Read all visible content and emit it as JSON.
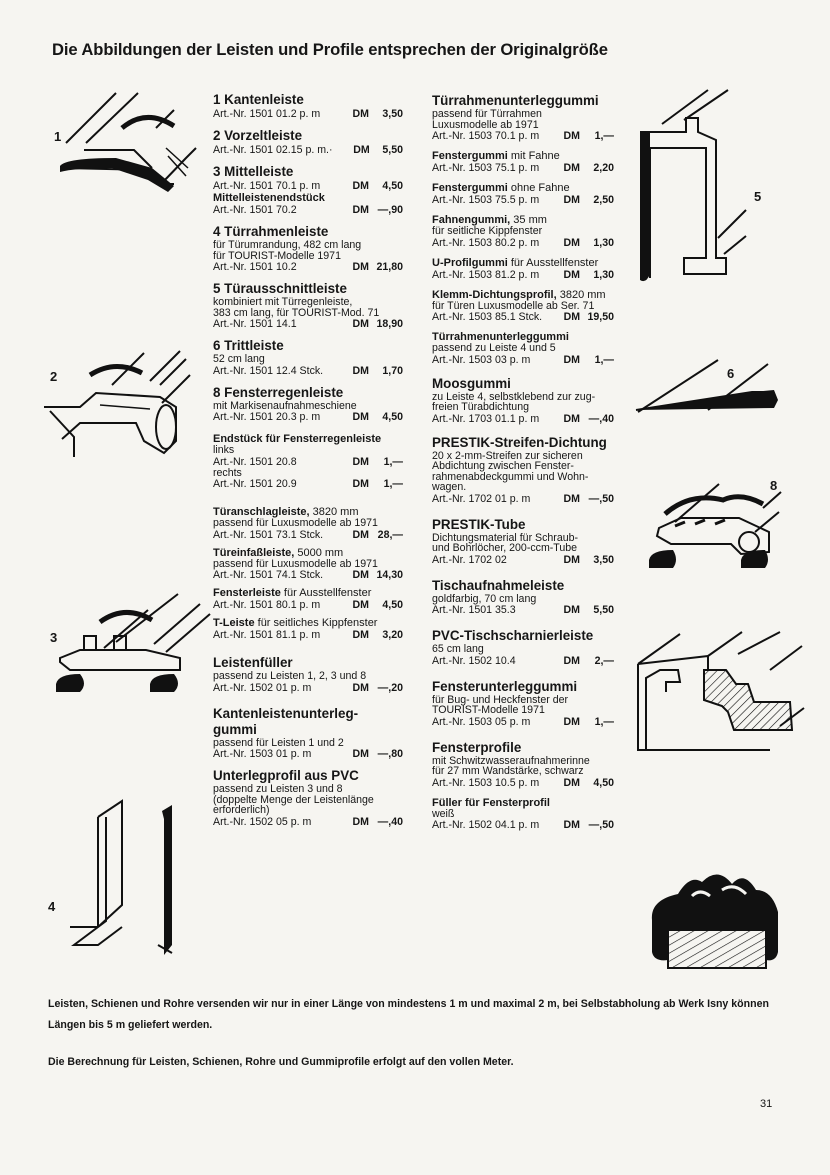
{
  "heading": "Die Abbildungen der Leisten und Profile entsprechen der Originalgröße",
  "figure_numbers": [
    "1",
    "2",
    "3",
    "4",
    "5",
    "6",
    "8"
  ],
  "middle_column": [
    {
      "title": "1 Kantenleiste",
      "desc": [],
      "rows": [
        {
          "art": "Art.-Nr. 1501 01.2 p. m",
          "cur": "DM",
          "price": "3,50"
        }
      ],
      "gap": 8
    },
    {
      "title": "2 Vorzeltleiste",
      "desc": [],
      "rows": [
        {
          "art": "Art.-Nr. 1501 02.15 p. m.·",
          "cur": "DM",
          "price": "5,50"
        }
      ],
      "gap": 8
    },
    {
      "title": "3 Mittelleiste",
      "desc": [],
      "rows": [
        {
          "art": "Art.-Nr. 1501 70.1 p. m",
          "cur": "DM",
          "price": "4,50"
        }
      ],
      "sub": "Mittelleistenendstück",
      "rows2": [
        {
          "art": "Art.-Nr. 1501 70.2",
          "cur": "DM",
          "price": "—,90"
        }
      ],
      "gap": 8
    },
    {
      "title": "4 Türrahmenleiste",
      "desc": [
        "für Türumrandung, 482 cm lang",
        "für TOURIST-Modelle 1971"
      ],
      "rows": [
        {
          "art": "Art.-Nr. 1501 10.2",
          "cur": "DM",
          "price": "21,80"
        }
      ],
      "gap": 8
    },
    {
      "title": "5 Türausschnittleiste",
      "desc": [
        "kombiniert mit Türregenleiste,",
        "383 cm lang, für TOURIST-Mod. 71"
      ],
      "rows": [
        {
          "art": "Art.-Nr. 1501 14.1",
          "cur": "DM",
          "price": "18,90"
        }
      ],
      "gap": 8
    },
    {
      "title": "6 Trittleiste",
      "desc": [
        "52 cm lang"
      ],
      "rows": [
        {
          "art": "Art.-Nr. 1501 12.4 Stck.",
          "cur": "DM",
          "price": "1,70"
        }
      ],
      "gap": 8
    },
    {
      "title": "8 Fensterregenleiste",
      "desc": [
        "mit Markisenaufnahmeschiene"
      ],
      "rows": [
        {
          "art": "Art.-Nr. 1501 20.3 p. m",
          "cur": "DM",
          "price": "4,50"
        }
      ],
      "gap": 10
    },
    {
      "small": "Endstück für Fensterregenleiste",
      "desc": [
        "links"
      ],
      "rows": [
        {
          "art": "Art.-Nr. 1501 20.8",
          "cur": "DM",
          "price": "1,—"
        }
      ],
      "desc2": [
        "rechts"
      ],
      "rows2": [
        {
          "art": "Art.-Nr. 1501 20.9",
          "cur": "DM",
          "price": "1,—"
        }
      ],
      "gap": 16
    },
    {
      "small": "Türanschlagleiste,",
      "small_rest": " 3820 mm",
      "desc": [
        "passend für Luxusmodelle ab 1971"
      ],
      "rows": [
        {
          "art": "Art.-Nr. 1501 73.1 Stck.",
          "cur": "DM",
          "price": "28,—"
        }
      ],
      "gap": 6
    },
    {
      "small": "Türeinfaßleiste,",
      "small_rest": " 5000 mm",
      "desc": [
        "passend für Luxusmodelle ab 1971"
      ],
      "rows": [
        {
          "art": "Art.-Nr. 1501 74.1 Stck.",
          "cur": "DM",
          "price": "14,30"
        }
      ],
      "gap": 6
    },
    {
      "small": "Fensterleiste",
      "small_rest": " für Ausstellfenster",
      "desc": [],
      "rows": [
        {
          "art": "Art.-Nr. 1501 80.1 p. m",
          "cur": "DM",
          "price": "4,50"
        }
      ],
      "gap": 6
    },
    {
      "small": "T-Leiste",
      "small_rest": " für seitliches Kippfenster",
      "desc": [],
      "rows": [
        {
          "art": "Art.-Nr. 1501 81.1 p. m",
          "cur": "DM",
          "price": "3,20"
        }
      ],
      "gap": 14
    },
    {
      "title": "Leistenfüller",
      "desc": [
        "passend zu Leisten 1, 2, 3 und 8"
      ],
      "rows": [
        {
          "art": "Art.-Nr. 1502 01 p. m",
          "cur": "DM",
          "price": "—,20"
        }
      ],
      "gap": 12
    },
    {
      "title": "Kantenleistenunterleg-",
      "title2": "gummi",
      "desc": [
        "passend für Leisten 1 und 2"
      ],
      "rows": [
        {
          "art": "Art.-Nr. 1503 01 p. m",
          "cur": "DM",
          "price": "—,80"
        }
      ],
      "gap": 8
    },
    {
      "title": "Unterlegprofil aus PVC",
      "desc": [
        "passend zu Leisten 3 und 8",
        "(doppelte Menge der Leistenlänge",
        "erforderlich)"
      ],
      "rows": [
        {
          "art": "Art.-Nr. 1502 05 p. m",
          "cur": "DM",
          "price": "—,40"
        }
      ],
      "gap": 0
    }
  ],
  "right_column": [
    {
      "title": "Türrahmenunterleggummi",
      "desc": [
        "passend für Türrahmen",
        "Luxusmodelle ab 1971"
      ],
      "rows": [
        {
          "art": "Art.-Nr. 1503 70.1 p. m",
          "cur": "DM",
          "price": "1,—"
        }
      ],
      "gap": 8
    },
    {
      "small": "Fenstergummi",
      "small_rest": " mit Fahne",
      "desc": [],
      "rows": [
        {
          "art": "Art.-Nr. 1503 75.1 p. m",
          "cur": "DM",
          "price": "2,20"
        }
      ],
      "gap": 8
    },
    {
      "small": "Fenstergummi",
      "small_rest": " ohne Fahne",
      "desc": [],
      "rows": [
        {
          "art": "Art.-Nr. 1503 75.5 p. m",
          "cur": "DM",
          "price": "2,50"
        }
      ],
      "gap": 8
    },
    {
      "small": "Fahnengummi,",
      "small_rest": " 35 mm",
      "desc": [
        "für seitliche Kippfenster"
      ],
      "rows": [
        {
          "art": "Art.-Nr. 1503 80.2 p. m",
          "cur": "DM",
          "price": "1,30"
        }
      ],
      "gap": 8
    },
    {
      "small": "U-Profilgummi",
      "small_rest": " für Ausstellfenster",
      "desc": [],
      "rows": [
        {
          "art": "Art.-Nr. 1503 81.2 p. m",
          "cur": "DM",
          "price": "1,30"
        }
      ],
      "gap": 8
    },
    {
      "small": "Klemm-Dichtungsprofil,",
      "small_rest": " 3820 mm",
      "desc": [
        "für Türen Luxusmodelle ab Ser. 71"
      ],
      "rows": [
        {
          "art": "Art.-Nr. 1503 85.1 Stck.",
          "cur": "DM",
          "price": "19,50"
        }
      ],
      "gap": 8
    },
    {
      "small": "Türrahmenunterleggummi",
      "desc": [
        "passend zu Leiste 4 und 5"
      ],
      "rows": [
        {
          "art": "Art.-Nr. 1503 03 p. m",
          "cur": "DM",
          "price": "1,—"
        }
      ],
      "gap": 10
    },
    {
      "title": "Moosgummi",
      "desc": [
        "zu Leiste 4, selbstklebend zur zug-",
        "freien Türabdichtung"
      ],
      "rows": [
        {
          "art": "Art.-Nr. 1703 01.1 p. m",
          "cur": "DM",
          "price": "—,40"
        }
      ],
      "gap": 10
    },
    {
      "title": "PRESTIK-Streifen-Dichtung",
      "desc": [
        "20 x 2-mm-Streifen zur sicheren",
        "Abdichtung zwischen Fenster-",
        "rahmenabdeckgummi und Wohn-",
        "wagen."
      ],
      "rows": [
        {
          "art": "Art.-Nr. 1702 01 p. m",
          "cur": "DM",
          "price": "—,50"
        }
      ],
      "gap": 12
    },
    {
      "title": "PRESTIK-Tube",
      "desc": [
        "Dichtungsmaterial für Schraub-",
        "und Bohrlöcher, 200-ccm-Tube"
      ],
      "rows": [
        {
          "art": "Art.-Nr. 1702 02",
          "cur": "DM",
          "price": "3,50"
        }
      ],
      "gap": 12
    },
    {
      "title": "Tischaufnahmeleiste",
      "desc": [
        "goldfarbig, 70 cm lang"
      ],
      "rows": [
        {
          "art": "Art.-Nr. 1501 35.3",
          "cur": "DM",
          "price": "5,50"
        }
      ],
      "gap": 12
    },
    {
      "title": "PVC-Tischscharnierleiste",
      "desc": [
        "65 cm lang"
      ],
      "rows": [
        {
          "art": "Art.-Nr. 1502 10.4",
          "cur": "DM",
          "price": "2,—"
        }
      ],
      "gap": 12
    },
    {
      "title": "Fensterunterleggummi",
      "desc": [
        "für Bug- und Heckfenster der",
        "TOURIST-Modelle 1971"
      ],
      "rows": [
        {
          "art": "Art.-Nr. 1503 05 p. m",
          "cur": "DM",
          "price": "1,—"
        }
      ],
      "gap": 12
    },
    {
      "title": "Fensterprofile",
      "desc": [
        "mit Schwitzwasseraufnahmerinne",
        "für 27 mm Wandstärke, schwarz"
      ],
      "rows": [
        {
          "art": "Art.-Nr. 1503 10.5 p. m",
          "cur": "DM",
          "price": "4,50"
        }
      ],
      "gap": 8
    },
    {
      "small": "Füller für Fensterprofil",
      "desc": [
        "weiß"
      ],
      "rows": [
        {
          "art": "Art.-Nr. 1502 04.1 p. m",
          "cur": "DM",
          "price": "—,50"
        }
      ],
      "gap": 0
    }
  ],
  "footer": {
    "note1": "Leisten, Schienen und Rohre versenden wir nur in einer Länge von mindestens 1 m und maximal 2 m, bei Selbstabholung ab Werk Isny können Längen bis 5 m geliefert werden.",
    "note2": "Die Berechnung für Leisten, Schienen, Rohre und Gummiprofile erfolgt auf den vollen Meter."
  },
  "page_number": "31"
}
